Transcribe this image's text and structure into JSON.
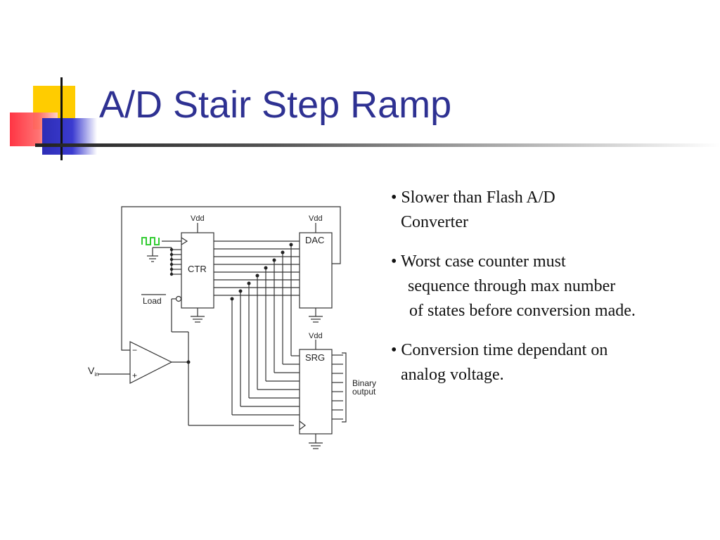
{
  "slide": {
    "title": "A/D Stair Step Ramp",
    "bullets": [
      {
        "lines": [
          "• Slower than Flash A/D",
          "Converter"
        ]
      },
      {
        "lines": [
          "• Worst case counter must",
          "sequence through max number",
          "of states before conversion made."
        ]
      },
      {
        "lines": [
          "• Conversion time dependant on",
          "analog voltage."
        ]
      }
    ]
  },
  "diagram": {
    "vdd_ctr": "Vdd",
    "vdd_dac": "Vdd",
    "vdd_srg": "Vdd",
    "ctr": "CTR",
    "dac": "DAC",
    "srg": "SRG",
    "load": "Load",
    "vin": "V",
    "vin_sub": "in",
    "minus": "−",
    "plus": "+",
    "binary_output_1": "Binary",
    "binary_output_2": "output",
    "colors": {
      "clock": "#33cc33",
      "wire": "#333333",
      "title": "#2e3192"
    }
  }
}
